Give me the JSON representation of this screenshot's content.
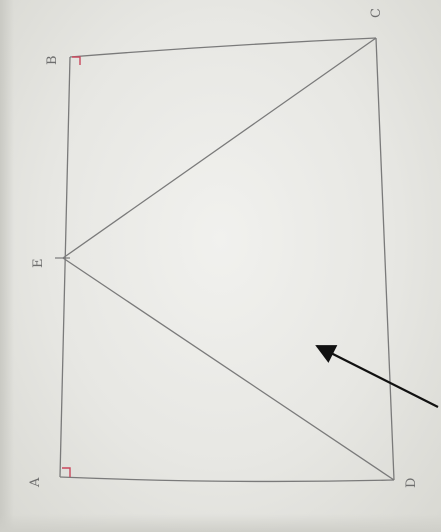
{
  "figure": {
    "vertices": {
      "top_left": "B",
      "top_right": "C",
      "middle_left": "E",
      "bottom_left": "A",
      "bottom_right": "D"
    },
    "colors": {
      "paper": "#ececE8",
      "pencil": "#7a7a7a",
      "right_angle_mark": "#c9475c",
      "arrow": "#111111"
    }
  }
}
